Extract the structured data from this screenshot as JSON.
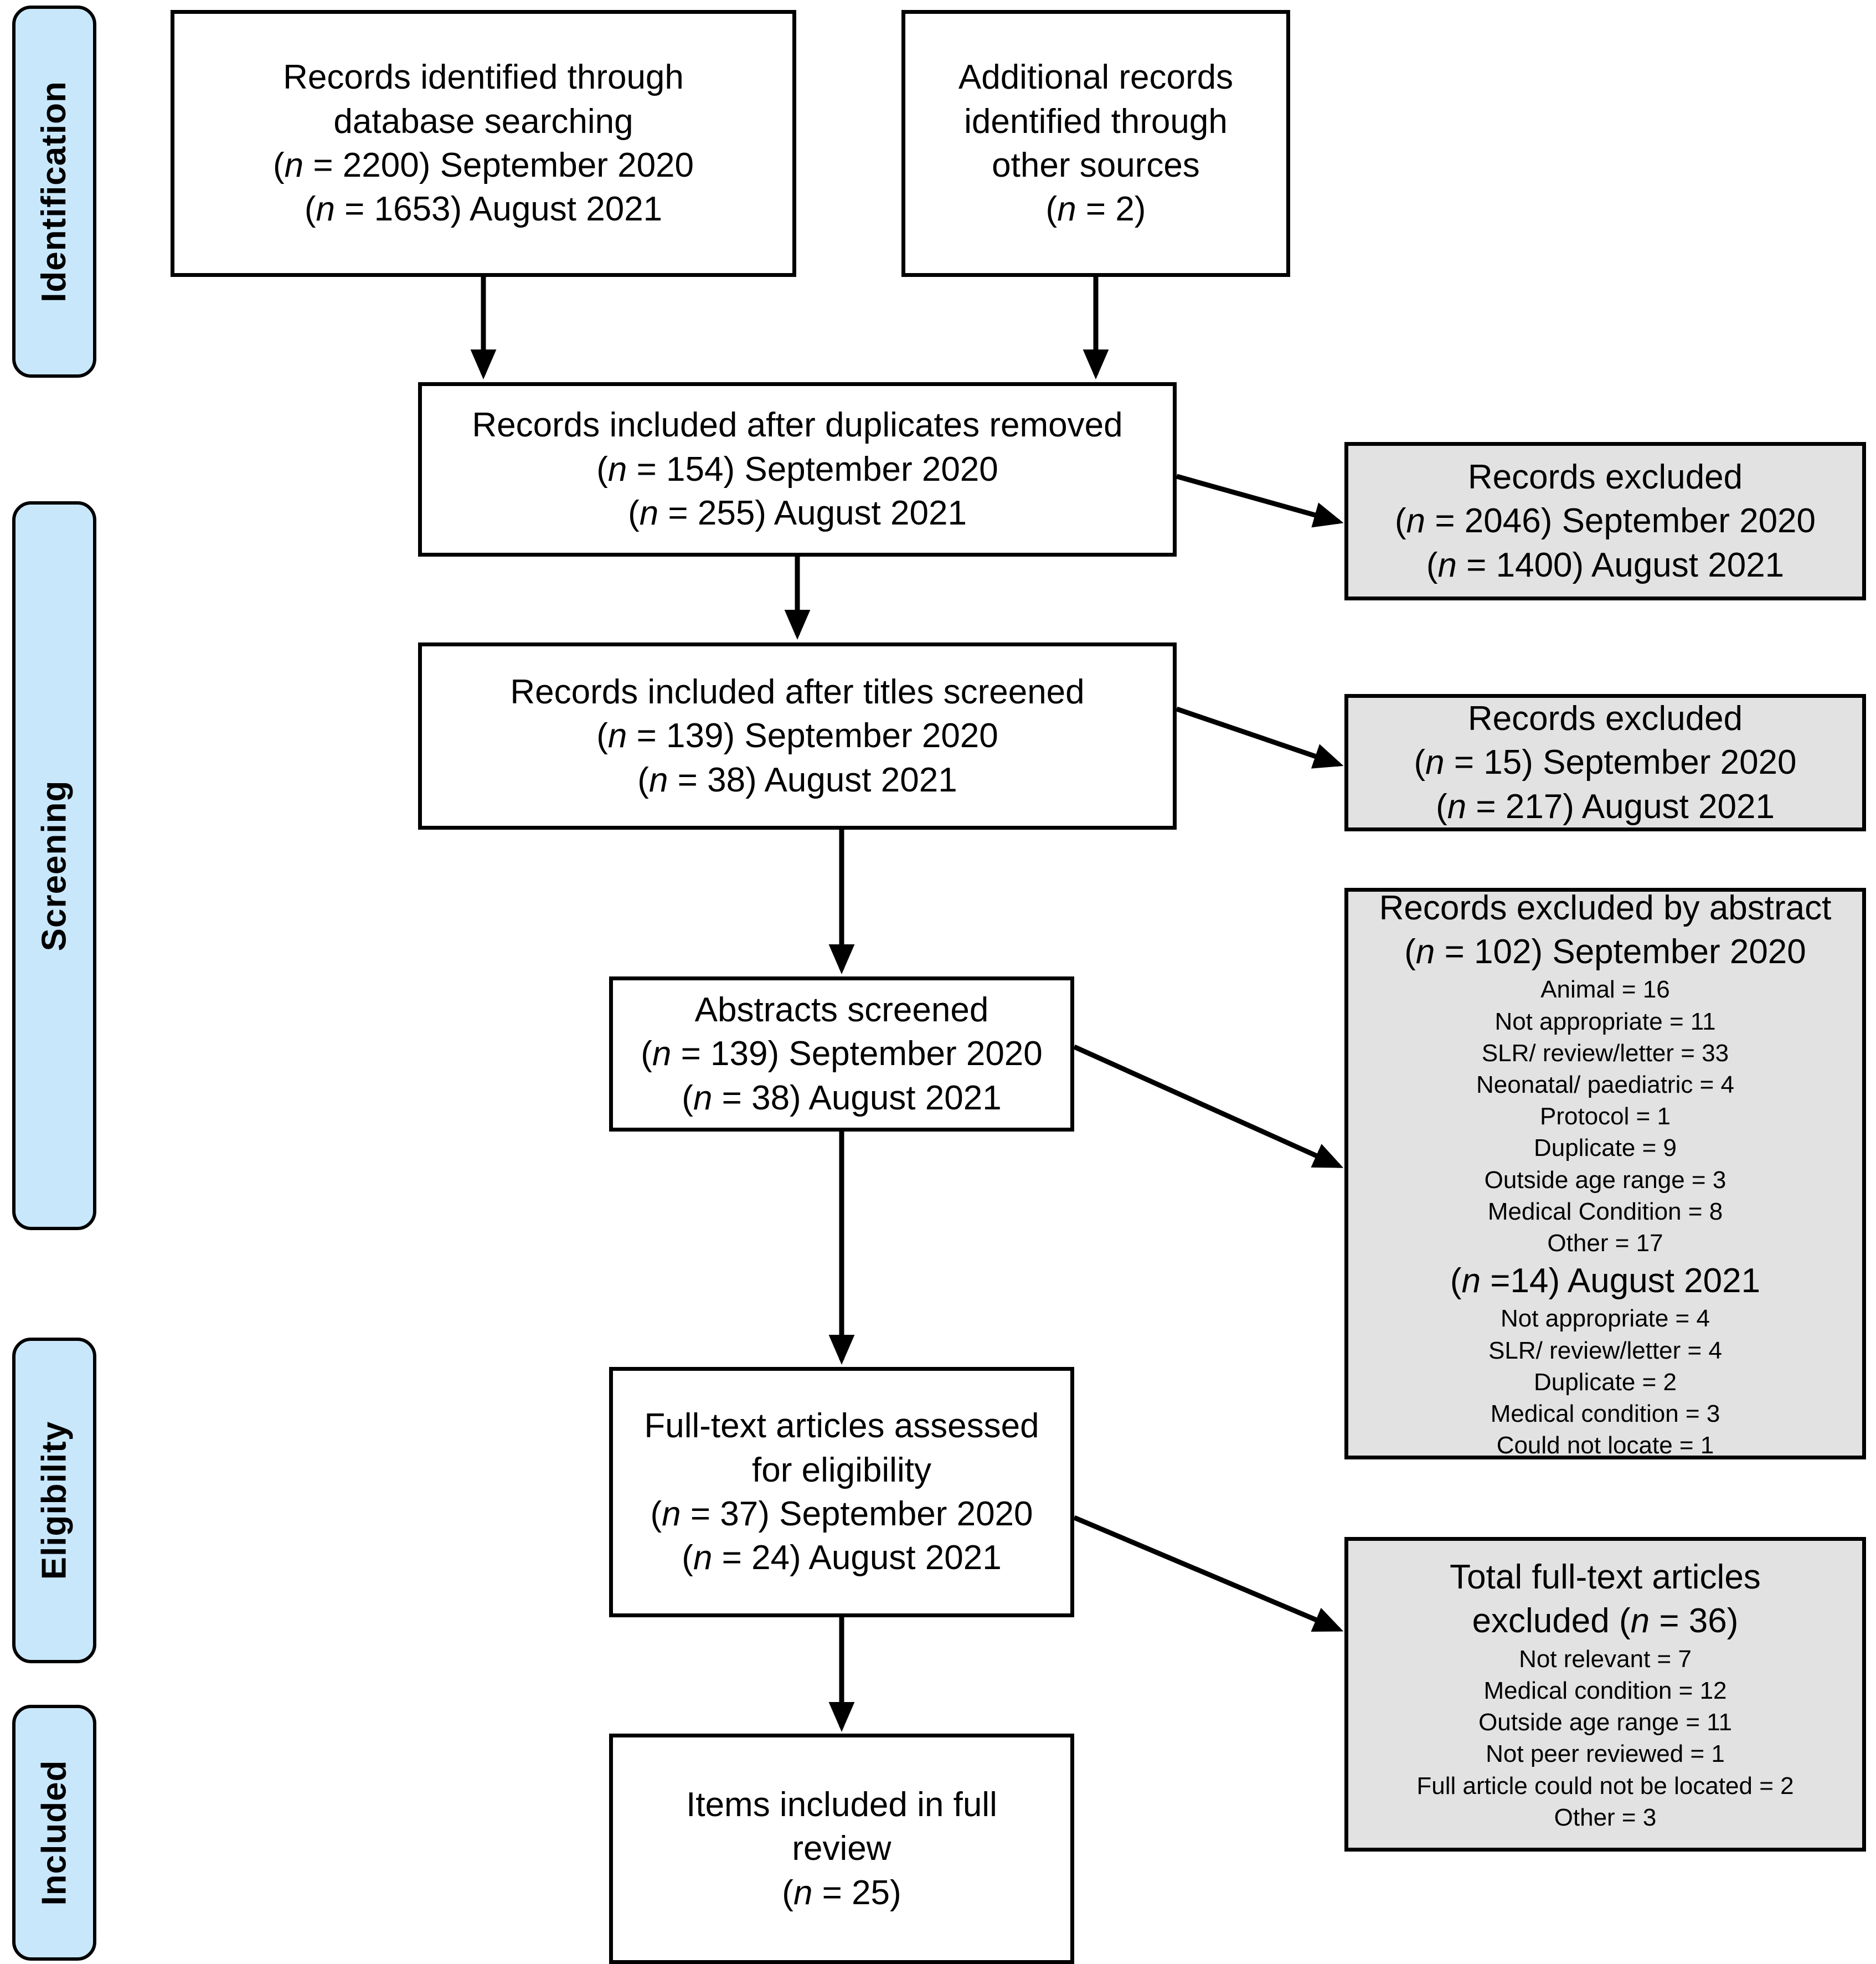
{
  "diagram": {
    "title": "PRISMA flow diagram",
    "colors": {
      "stage_pill_fill": "#c9e7fb",
      "excluded_box_fill": "#e2e2e2",
      "box_fill": "#ffffff",
      "stroke": "#000000"
    }
  },
  "stages": [
    {
      "id": "identification",
      "label": "Identification"
    },
    {
      "id": "screening",
      "label": "Screening"
    },
    {
      "id": "eligibility",
      "label": "Eligibility"
    },
    {
      "id": "included",
      "label": "Included"
    }
  ],
  "boxes": {
    "records_identified": {
      "title_line1": "Records identified through",
      "title_line2": "database searching",
      "count_sep2020": "(n = 2200) September 2020",
      "count_aug2021": "(n = 1653) August 2021"
    },
    "additional_records": {
      "title_line1": "Additional records",
      "title_line2": "identified through",
      "title_line3": "other sources",
      "count": "(n = 2)"
    },
    "after_duplicates": {
      "title": "Records included after duplicates removed",
      "count_sep2020": "(n = 154) September 2020",
      "count_aug2021": "(n = 255) August 2021"
    },
    "after_titles": {
      "title": "Records included after titles screened",
      "count_sep2020": "(n = 139) September 2020",
      "count_aug2021": "(n = 38) August 2021"
    },
    "abstracts_screened": {
      "title": "Abstracts screened",
      "count_sep2020": "(n = 139) September 2020",
      "count_aug2021": "(n = 38) August 2021"
    },
    "fulltext_assessed": {
      "title_line1": "Full-text articles assessed",
      "title_line2": "for eligibility",
      "count_sep2020": "(n = 37) September 2020",
      "count_aug2021": "(n = 24) August 2021"
    },
    "items_included": {
      "title_line1": "Items included in full",
      "title_line2": "review",
      "count": "(n = 25)"
    },
    "excluded_duplicates": {
      "title": "Records excluded",
      "count_sep2020": "(n = 2046) September 2020",
      "count_aug2021": "(n = 1400) August 2021"
    },
    "excluded_titles": {
      "title": "Records excluded",
      "count_sep2020": "(n = 15) September 2020",
      "count_aug2021": "(n = 217) August 2021"
    },
    "excluded_abstract": {
      "title": "Records excluded by abstract",
      "count_sep2020": "(n = 102) September 2020",
      "reasons_sep2020": [
        "Animal = 16",
        "Not appropriate = 11",
        "SLR/ review/letter = 33",
        "Neonatal/ paediatric = 4",
        "Protocol = 1",
        "Duplicate = 9",
        "Outside age range = 3",
        "Medical Condition = 8",
        "Other = 17"
      ],
      "count_aug2021": "(n =14) August 2021",
      "reasons_aug2021": [
        "Not appropriate = 4",
        "SLR/ review/letter = 4",
        "Duplicate = 2",
        "Medical condition = 3",
        "Could not locate = 1"
      ]
    },
    "excluded_fulltext": {
      "title_line1": "Total full-text articles",
      "title_line2": "excluded (n = 36)",
      "reasons": [
        "Not relevant = 7",
        "Medical condition = 12",
        "Outside age range = 11",
        "Not peer reviewed = 1",
        "Full article could not be located = 2",
        "Other = 3"
      ]
    }
  }
}
